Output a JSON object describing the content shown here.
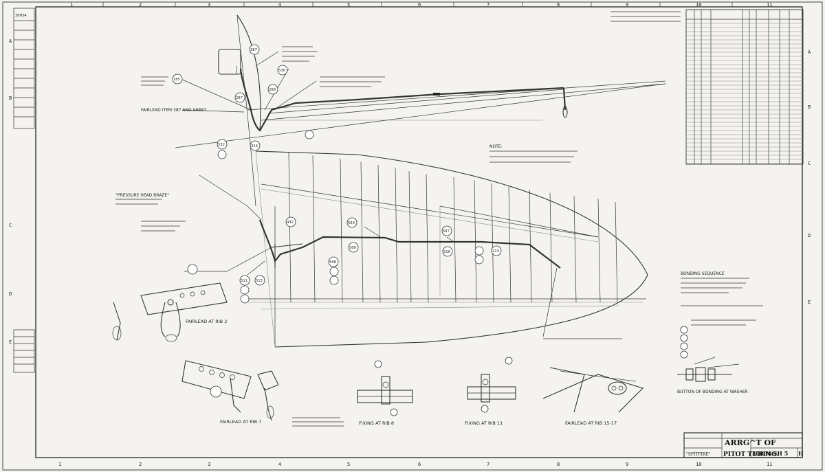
{
  "drawing": {
    "title_line1": "ARRG^T OF",
    "title_line2": "PITOT TUBING.",
    "drawing_number": "30034 SH 5",
    "sheet_letter": "H",
    "aircraft_name": "\"SPITFIRE\"",
    "top_left_number": "30034"
  },
  "grid": {
    "columns": [
      "1",
      "2",
      "3",
      "4",
      "5",
      "6",
      "7",
      "8",
      "9",
      "10",
      "11"
    ],
    "rows": [
      "A",
      "B",
      "C",
      "D",
      "E"
    ]
  },
  "callouts": [
    {
      "id": "387"
    },
    {
      "id": "185"
    },
    {
      "id": "208"
    },
    {
      "id": "207"
    },
    {
      "id": "530"
    },
    {
      "id": "532"
    },
    {
      "id": "313"
    },
    {
      "id": "503"
    },
    {
      "id": "507"
    },
    {
      "id": "508"
    },
    {
      "id": "509"
    },
    {
      "id": "510"
    },
    {
      "id": "511"
    },
    {
      "id": "513"
    },
    {
      "id": "213"
    },
    {
      "id": "432"
    }
  ],
  "view_labels": {
    "fairlead_rib2": "FAIRLEAD AT RIB 2",
    "fairlead_rib7": "FAIRLEAD AT RIB 7",
    "fixing_rib8": "FIXING AT RIB 8",
    "fixing_rib11": "FIXING AT RIB 11",
    "fairlead_rib15": "FAIRLEAD AT RIB 15-17"
  },
  "notes": {
    "note_head": "NOTE:",
    "bonding_head": "BONDING SEQUENCE",
    "bonding_note": "BUTTON OF BONDING AT WASHER",
    "pressure_head_note": "\"PRESSURE HEAD BRAZE\"",
    "fairlead_note": "FAIRLEAD ITEM 387 AND SHEET"
  }
}
